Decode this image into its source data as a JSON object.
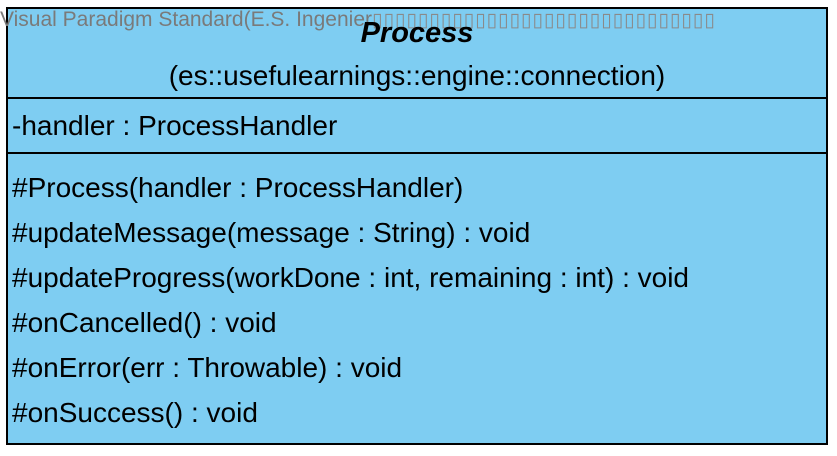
{
  "watermark": {
    "text": "Visual Paradigm Standard(E.S. Ingenier",
    "trailing_glyphs": "▯▯▯▯▯▯▯▯▯▯▯▯▯▯▯▯▯▯▯▯▯▯▯▯▯▯▯▯▯▯"
  },
  "class": {
    "name": "Process",
    "package": "(es::usefulearnings::engine::connection)",
    "attributes": [
      "-handler : ProcessHandler"
    ],
    "operations": [
      "#Process(handler : ProcessHandler)",
      "#updateMessage(message : String) : void",
      "#updateProgress(workDone : int, remaining : int) : void",
      "#onCancelled() : void",
      "#onError(err : Throwable) : void",
      "#onSuccess() : void"
    ]
  },
  "colors": {
    "class_fill": "#7ecdf2",
    "border": "#000000",
    "watermark": "#7a7a7a"
  }
}
